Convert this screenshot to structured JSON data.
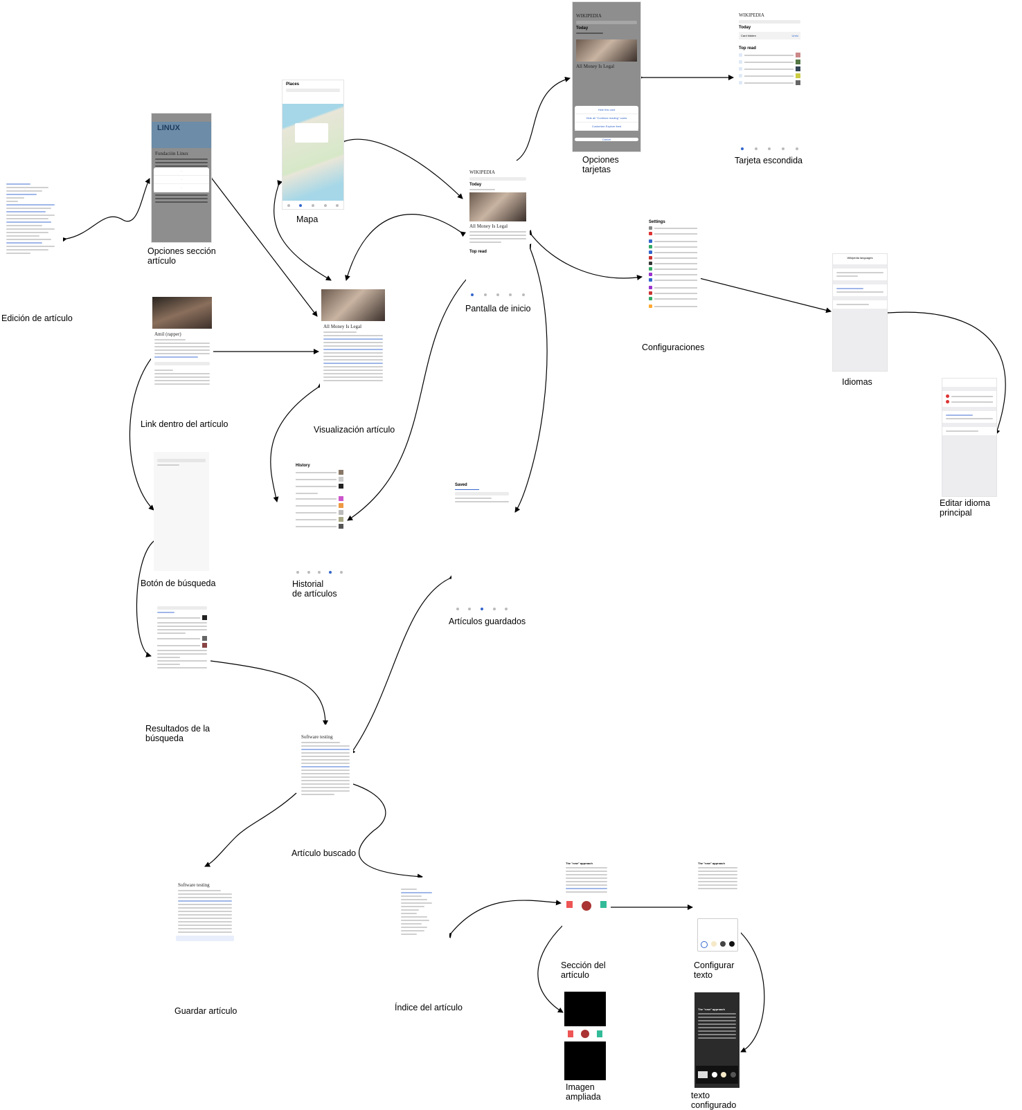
{
  "diagram": {
    "captions": {
      "edicion": "Edición de artículo",
      "opciones_seccion": [
        "Opciones sección",
        "artículo"
      ],
      "mapa": "Mapa",
      "opciones_tarjetas": [
        "Opciones",
        "tarjetas"
      ],
      "tarjeta_escondida": "Tarjeta escondida",
      "pantalla_inicio": "Pantalla de inicio",
      "configuraciones": "Configuraciones",
      "idiomas": "Idiomas",
      "editar_idioma": [
        "Editar idioma",
        "principal"
      ],
      "link_articulo": "Link dentro del artículo",
      "visualizacion": "Visualización artículo",
      "boton_busqueda": "Botón de búsqueda",
      "historial": [
        "Historial",
        "de artículos"
      ],
      "articulos_guardados": "Artículos guardados",
      "resultados": [
        "Resultados de la",
        "búsqueda"
      ],
      "articulo_buscado": "Artículo buscado",
      "guardar_articulo": "Guardar artículo",
      "indice": "Índice del artículo",
      "seccion": [
        "Sección del",
        "artículo"
      ],
      "configurar_texto": [
        "Configurar",
        "texto"
      ],
      "imagen_ampliada": [
        "Imagen",
        "ampliada"
      ],
      "texto_configurado": [
        "texto",
        "configurado"
      ]
    },
    "screen_text": {
      "wikipedia": "WIKIPEDIA",
      "today": "Today",
      "places": "Places",
      "history": "History",
      "saved": "Saved",
      "settings": "Settings",
      "hide_card": "Hide this card",
      "hide_all": "Hide all \"Continue reading\" cards",
      "customize": "Customize Explore feed",
      "cancel": "Cancel",
      "article_title": "All Money Is Legal",
      "software_testing": "Software testing",
      "amil": "Amil (rapper)",
      "fundacion": "Fundación Linux",
      "card_hidden": "Card hidden",
      "undo": "Undo",
      "top_read": "Top read",
      "the_new_approach": "The \"new\" approach",
      "wikipedia_languages": "Wikipedia languages"
    }
  }
}
